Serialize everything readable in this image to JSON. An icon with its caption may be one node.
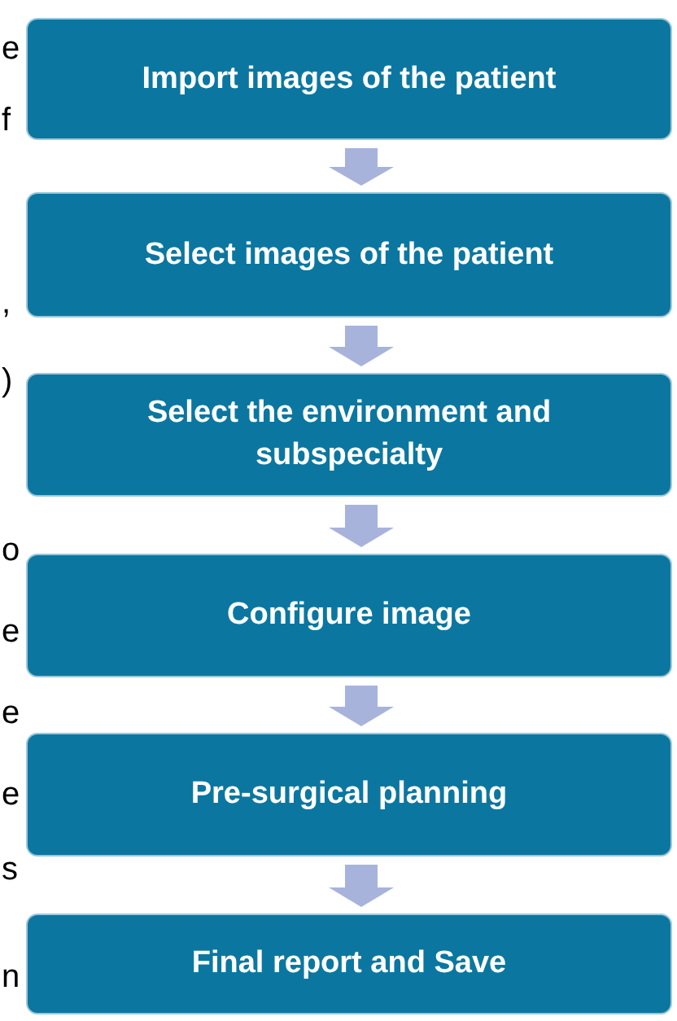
{
  "diagram": {
    "nodes": [
      {
        "text": [
          "Import images of the patient"
        ]
      },
      {
        "text": [
          "Select images of the patient"
        ]
      },
      {
        "text": [
          "Select the environment and subspecialty"
        ]
      },
      {
        "text": [
          "Configure image"
        ]
      },
      {
        "text": [
          "Pre-surgical planning"
        ]
      },
      {
        "text": [
          "Final report and Save"
        ]
      }
    ],
    "edges": [
      {
        "from": 0,
        "to": 1,
        "arrow": "to"
      },
      {
        "from": 1,
        "to": 2,
        "arrow": "to"
      },
      {
        "from": 2,
        "to": 3,
        "arrow": "to"
      },
      {
        "from": 3,
        "to": 4,
        "arrow": "to"
      },
      {
        "from": 4,
        "to": 5,
        "arrow": "to"
      }
    ],
    "labels": [
      "e",
      "f",
      ",",
      ")",
      "o",
      "e",
      "e",
      "e",
      "s",
      "n"
    ]
  }
}
